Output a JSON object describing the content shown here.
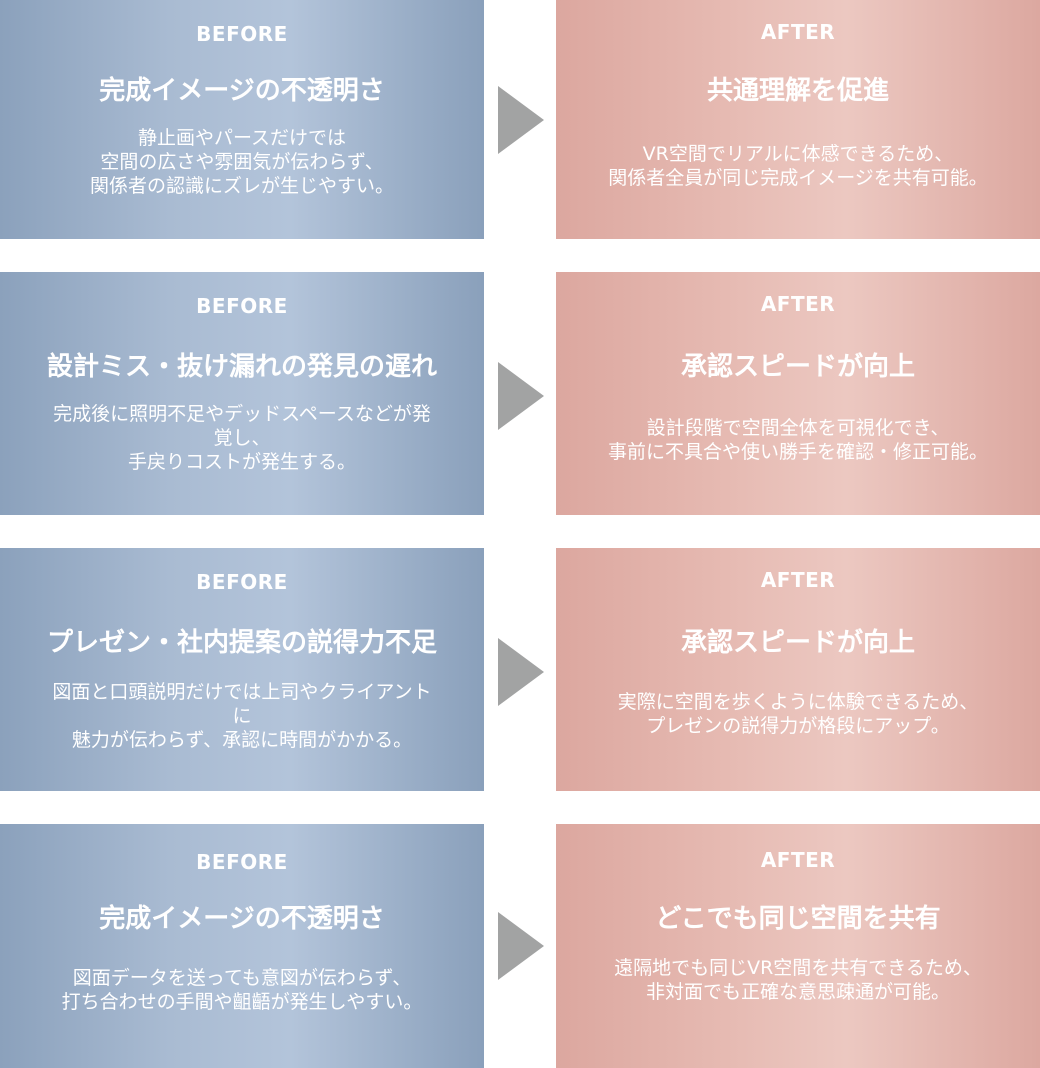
{
  "colors": {
    "before": "#a9bbd2",
    "after": "#e6bab2",
    "arrow": "#a2a3a3"
  },
  "rows": [
    {
      "before": {
        "label": "BEFORE",
        "title": "完成イメージの不透明さ",
        "desc": "静止画やパースだけでは\n空間の広さや雰囲気が伝わらず、\n関係者の認識にズレが生じやすい。"
      },
      "after": {
        "label": "AFTER",
        "title": "共通理解を促進",
        "desc": "VR空間でリアルに体感できるため、\n関係者全員が同じ完成イメージを共有可能。"
      }
    },
    {
      "before": {
        "label": "BEFORE",
        "title": "設計ミス・抜け漏れの発見の遅れ",
        "desc": "完成後に照明不足やデッドスペースなどが発\n覚し、\n手戻りコストが発生する。"
      },
      "after": {
        "label": "AFTER",
        "title": "承認スピードが向上",
        "desc": "設計段階で空間全体を可視化でき、\n事前に不具合や使い勝手を確認・修正可能。"
      }
    },
    {
      "before": {
        "label": "BEFORE",
        "title": "プレゼン・社内提案の説得力不足",
        "desc": "図面と口頭説明だけでは上司やクライアント\nに\n魅力が伝わらず、承認に時間がかかる。"
      },
      "after": {
        "label": "AFTER",
        "title": "承認スピードが向上",
        "desc": "実際に空間を歩くように体験できるため、\nプレゼンの説得力が格段にアップ。"
      }
    },
    {
      "before": {
        "label": "BEFORE",
        "title": "完成イメージの不透明さ",
        "desc": "図面データを送っても意図が伝わらず、\n打ち合わせの手間や齟齬が発生しやすい。"
      },
      "after": {
        "label": "AFTER",
        "title": "どこでも同じ空間を共有",
        "desc": "遠隔地でも同じVR空間を共有できるため、\n非対面でも正確な意思疎通が可能。"
      }
    }
  ]
}
